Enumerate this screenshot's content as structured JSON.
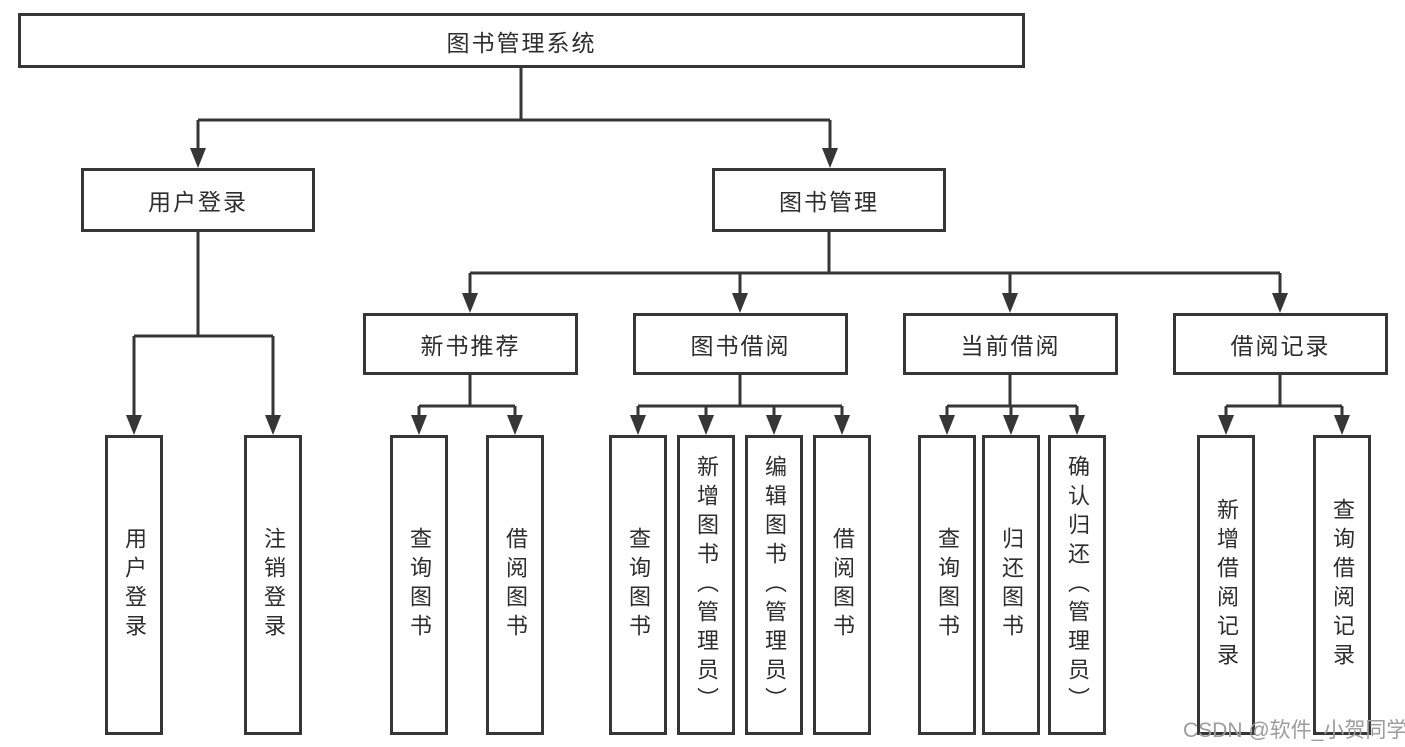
{
  "diagram": {
    "title": "图书管理系统",
    "level2": [
      {
        "id": "user-login",
        "label": "用户登录",
        "parent": "图书管理系统"
      },
      {
        "id": "book-management",
        "label": "图书管理",
        "parent": "图书管理系统"
      }
    ],
    "level3": [
      {
        "id": "new-book-recommend",
        "label": "新书推荐",
        "parent": "图书管理"
      },
      {
        "id": "book-borrow",
        "label": "图书借阅",
        "parent": "图书管理"
      },
      {
        "id": "current-borrow",
        "label": "当前借阅",
        "parent": "图书管理"
      },
      {
        "id": "borrow-records",
        "label": "借阅记录",
        "parent": "图书管理"
      }
    ],
    "leaves": [
      {
        "label": "用户登录",
        "parent": "用户登录"
      },
      {
        "label": "注销登录",
        "parent": "用户登录"
      },
      {
        "label": "查询图书",
        "parent": "新书推荐"
      },
      {
        "label": "借阅图书",
        "parent": "新书推荐"
      },
      {
        "label": "查询图书",
        "parent": "图书借阅"
      },
      {
        "label": "新增图书（管理员）",
        "parent": "图书借阅"
      },
      {
        "label": "编辑图书（管理员）",
        "parent": "图书借阅"
      },
      {
        "label": "借阅图书",
        "parent": "图书借阅"
      },
      {
        "label": "查询图书",
        "parent": "当前借阅"
      },
      {
        "label": "归还图书",
        "parent": "当前借阅"
      },
      {
        "label": "确认归还（管理员）",
        "parent": "当前借阅"
      },
      {
        "label": "新增借阅记录",
        "parent": "借阅记录"
      },
      {
        "label": "查询借阅记录",
        "parent": "借阅记录"
      }
    ]
  },
  "watermark": {
    "text": "CSDN @软件_小贺同学"
  },
  "colors": {
    "line": "#363636",
    "text": "#2d2d2d",
    "background": "#ffffff",
    "watermark": "#9c9c9c"
  }
}
